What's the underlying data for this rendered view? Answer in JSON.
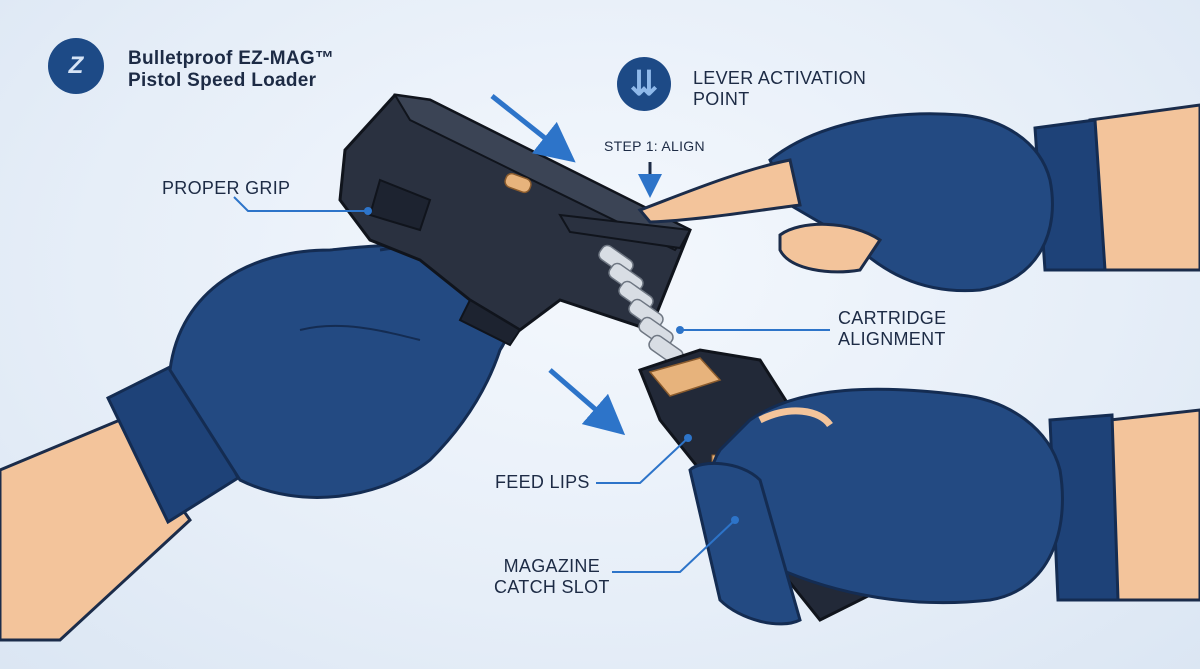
{
  "brand": {
    "logo_text": "Z",
    "line1": "Bulletproof EZ-MAG™",
    "line2": "Pistol Speed Loader"
  },
  "callouts": {
    "lever_activation_line1": "LEVER ACTIVATION",
    "lever_activation_line2": "POINT",
    "step1": "STEP 1: ALIGN",
    "proper_grip": "PROPER GRIP",
    "cartridge_alignment_line1": "CARTRIDGE",
    "cartridge_alignment_line2": "ALIGNMENT",
    "feed_lips": "FEED LIPS",
    "magazine_catch_line1": "MAGAZINE",
    "magazine_catch_line2": "CATCH SLOT"
  },
  "icons": {
    "logo": "brand-logo-icon",
    "lever": "down-arrows-icon"
  },
  "colors": {
    "glove": "#234a82",
    "glove_dark": "#152f57",
    "gun": "#2a3140",
    "skin": "#f3c49b",
    "accent": "#2d74c9",
    "text": "#1d2b45"
  }
}
